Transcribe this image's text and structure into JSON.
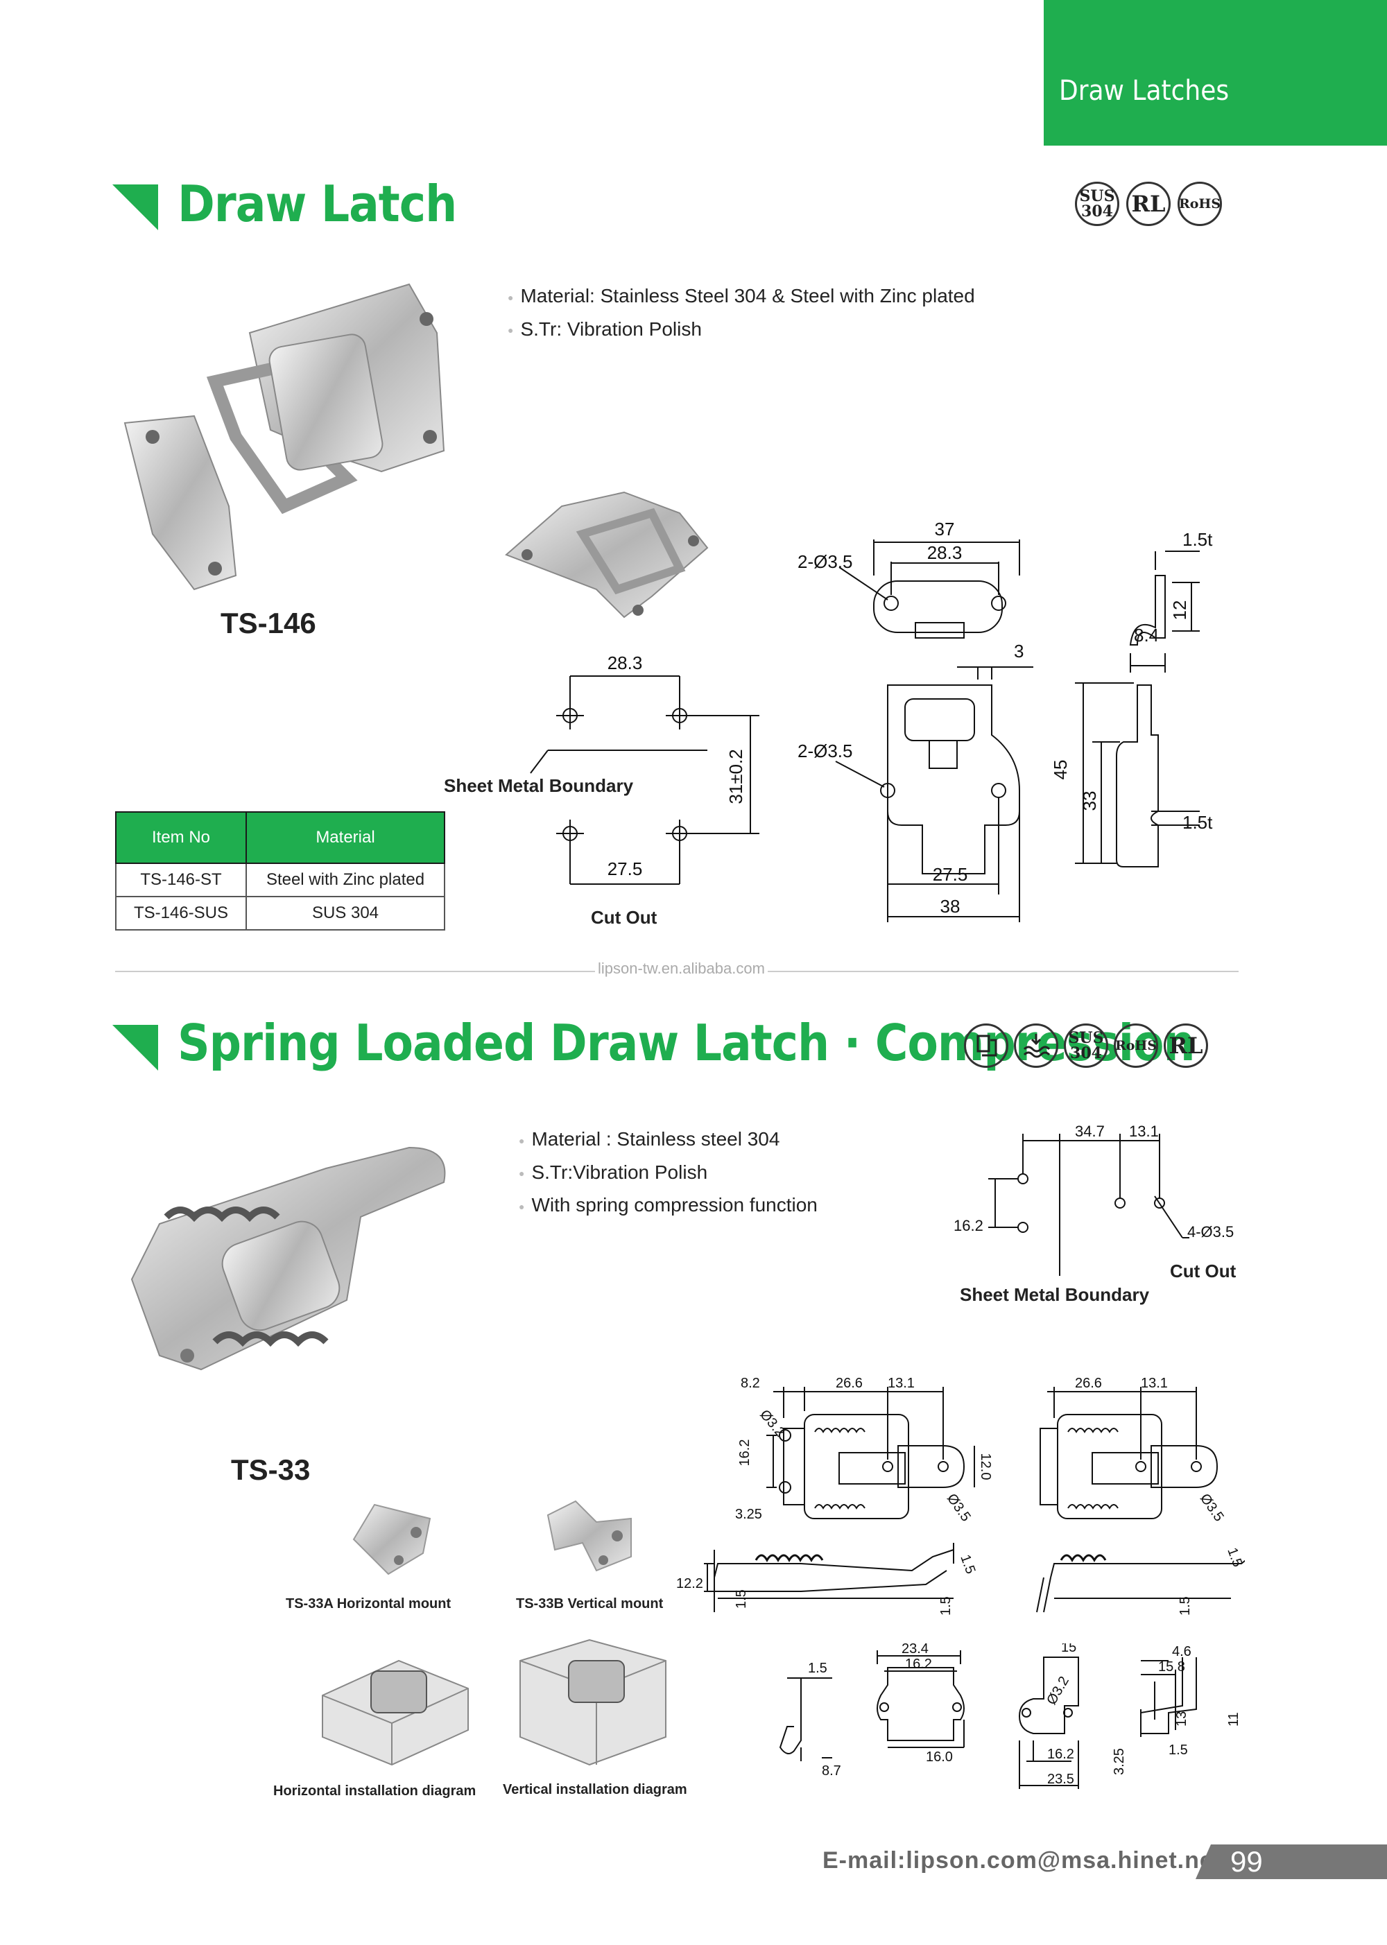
{
  "header_tab": "Draw Latches",
  "section1": {
    "title": "Draw Latch",
    "badges": [
      "SUS\n304",
      "RL",
      "RoHS"
    ],
    "bullets": [
      "Material: Stainless Steel 304 & Steel with Zinc plated",
      "S.Tr: Vibration Polish"
    ],
    "model": "TS-146",
    "table": {
      "headers": [
        "Item No",
        "Material"
      ],
      "rows": [
        [
          "TS-146-ST",
          "Steel with Zinc plated"
        ],
        [
          "TS-146-SUS",
          "SUS 304"
        ]
      ]
    },
    "labels": {
      "sheet_metal_boundary": "Sheet Metal Boundary",
      "cut_out": "Cut Out"
    },
    "dims": {
      "d37": "37",
      "d283a": "28.3",
      "hole1": "2-Ø3.5",
      "t15a": "1.5t",
      "d12": "12",
      "d84": "8.4",
      "d3": "3",
      "d283b": "28.3",
      "d31": "31±0.2",
      "d275a": "27.5",
      "hole2": "2-Ø3.5",
      "d45": "45",
      "d33": "33",
      "t15b": "1.5t",
      "d275b": "27.5",
      "d38": "38"
    }
  },
  "divider_text": "lipson-tw.en.alibaba.com",
  "section2": {
    "title": "Spring Loaded Draw Latch · Compression",
    "badges": [
      "icon-a",
      "icon-b",
      "SUS\n304",
      "RoHS",
      "RL"
    ],
    "bullets": [
      "Material : Stainless steel 304",
      "S.Tr:Vibration Polish",
      "With spring compression function"
    ],
    "model": "TS-33",
    "labels": {
      "cut_out": "Cut Out",
      "sheet_metal_boundary": "Sheet Metal Boundary",
      "ts33a": "TS-33A  Horizontal mount",
      "ts33b": "TS-33B  Vertical mount",
      "horiz_diag": "Horizontal installation diagram",
      "vert_diag": "Vertical installation diagram"
    },
    "dims": {
      "d347": "34.7",
      "d131a": "13.1",
      "d162a": "16.2",
      "hole4": "4-Ø3.5",
      "d82": "8.2",
      "d266a": "26.6",
      "d131b": "13.1",
      "d32a": "Ø3.2",
      "d162b": "16.2",
      "d120": "12.0",
      "d35a": "Ø3.5",
      "d325a": "3.25",
      "d266b": "26.6",
      "d131c": "13.1",
      "d35b": "Ø3.5",
      "d122": "12.2",
      "d15a": "1.5",
      "d15b": "1.5",
      "d15c": "1.5",
      "d15d": "1.5",
      "d15e": "1.5",
      "d15f": "1.5",
      "d87": "8.7",
      "d234": "23.4",
      "d162c": "16.2",
      "d160": "16.0",
      "d15g": "15",
      "d32b": "Ø3.2",
      "d162d": "16.2",
      "d235": "23.5",
      "d325b": "3.25",
      "d46": "4.6",
      "d158": "15.8",
      "d13": "13",
      "d11": "11",
      "d15h": "1.5"
    }
  },
  "footer": {
    "email": "E-mail:lipson.com@msa.hinet.net",
    "page": "99"
  }
}
